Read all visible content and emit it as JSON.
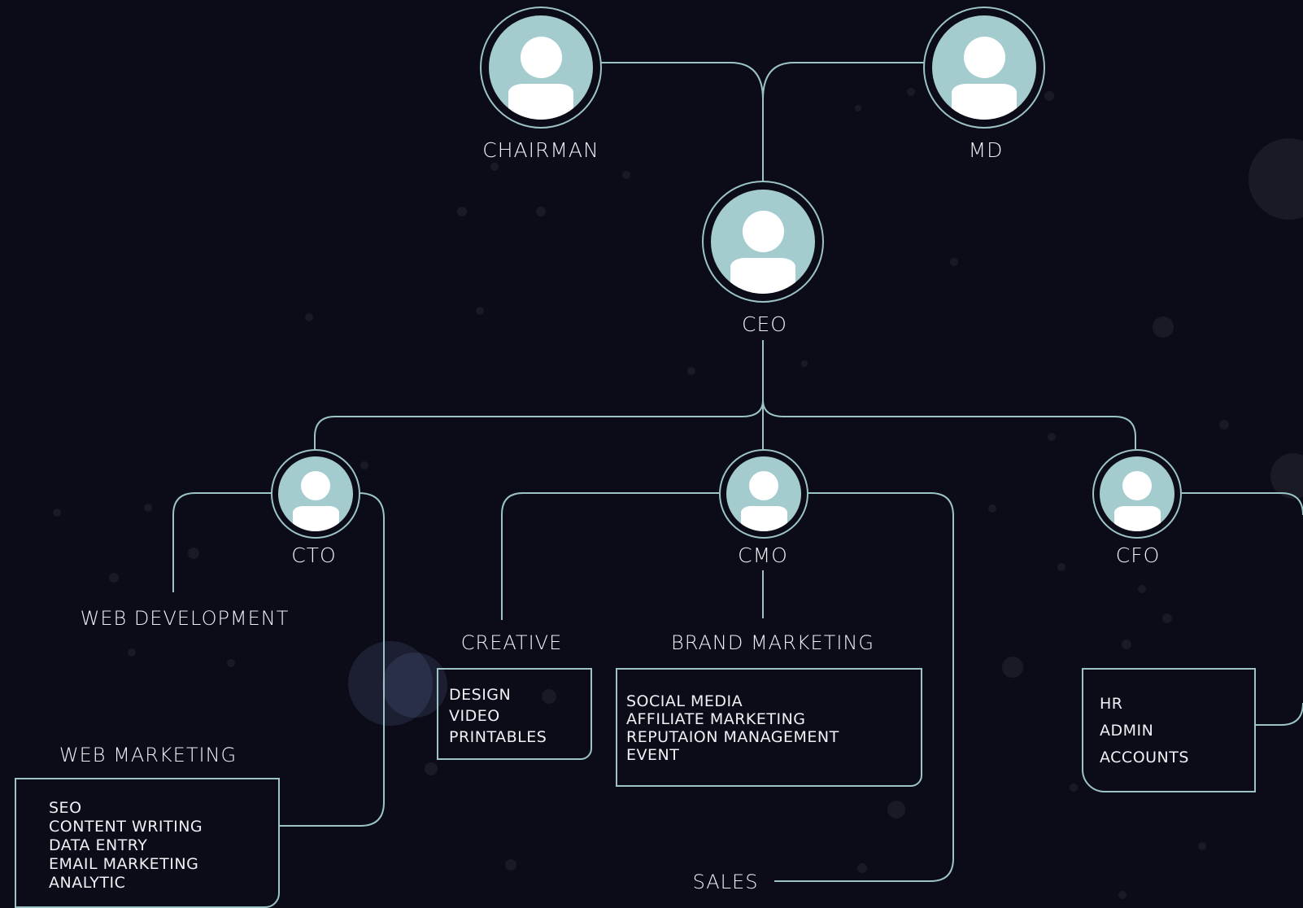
{
  "colors": {
    "background": "#0b0c17",
    "line": "#9cc4c6",
    "avatar_fill": "#a4ccce",
    "text": "#eef2f4"
  },
  "roles": {
    "chairman": "CHAIRMAN",
    "md": "MD",
    "ceo": "CEO",
    "cto": "CTO",
    "cmo": "CMO",
    "cfo": "CFO"
  },
  "departments": {
    "web_development": "WEB DEVELOPMENT",
    "web_marketing": {
      "title": "WEB MARKETING",
      "items": [
        "SEO",
        "CONTENT WRITING",
        "DATA ENTRY",
        "EMAIL MARKETING",
        "ANALYTIC"
      ]
    },
    "creative": {
      "title": "CREATIVE",
      "items": [
        "DESIGN",
        "VIDEO",
        "PRINTABLES"
      ]
    },
    "brand_marketing": {
      "title": "BRAND MARKETING",
      "items": [
        "SOCIAL MEDIA",
        "AFFILIATE MARKETING",
        "REPUTAION MANAGEMENT",
        "EVENT"
      ]
    },
    "sales": "SALES",
    "cfo_units": {
      "items": [
        "HR",
        "ADMIN",
        "ACCOUNTS"
      ]
    }
  },
  "icons": {
    "person": "person-icon"
  }
}
